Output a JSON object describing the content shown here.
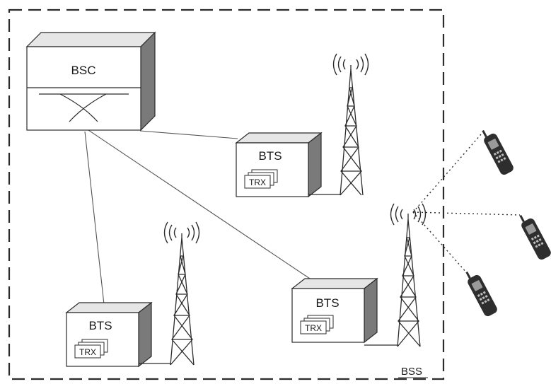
{
  "diagram": {
    "controller_label": "BSC",
    "station_label": "BTS",
    "transceiver_label": "TRX",
    "subsystem_label": "BSS",
    "stations": [
      {
        "label": "BTS",
        "trx_label": "TRX"
      },
      {
        "label": "BTS",
        "trx_label": "TRX"
      },
      {
        "label": "BTS",
        "trx_label": "TRX"
      }
    ]
  },
  "colors": {
    "line": "#2b2b2b",
    "box_front": "#ffffff",
    "box_top": "#e6e6e6",
    "box_side": "#7a7a7a",
    "phone_body": "#2e2e2e",
    "phone_screen": "#9a9a9a"
  },
  "icons": [
    "cell-tower-icon",
    "radio-waves-icon",
    "mobile-phone-icon",
    "switch-cross-icon"
  ]
}
